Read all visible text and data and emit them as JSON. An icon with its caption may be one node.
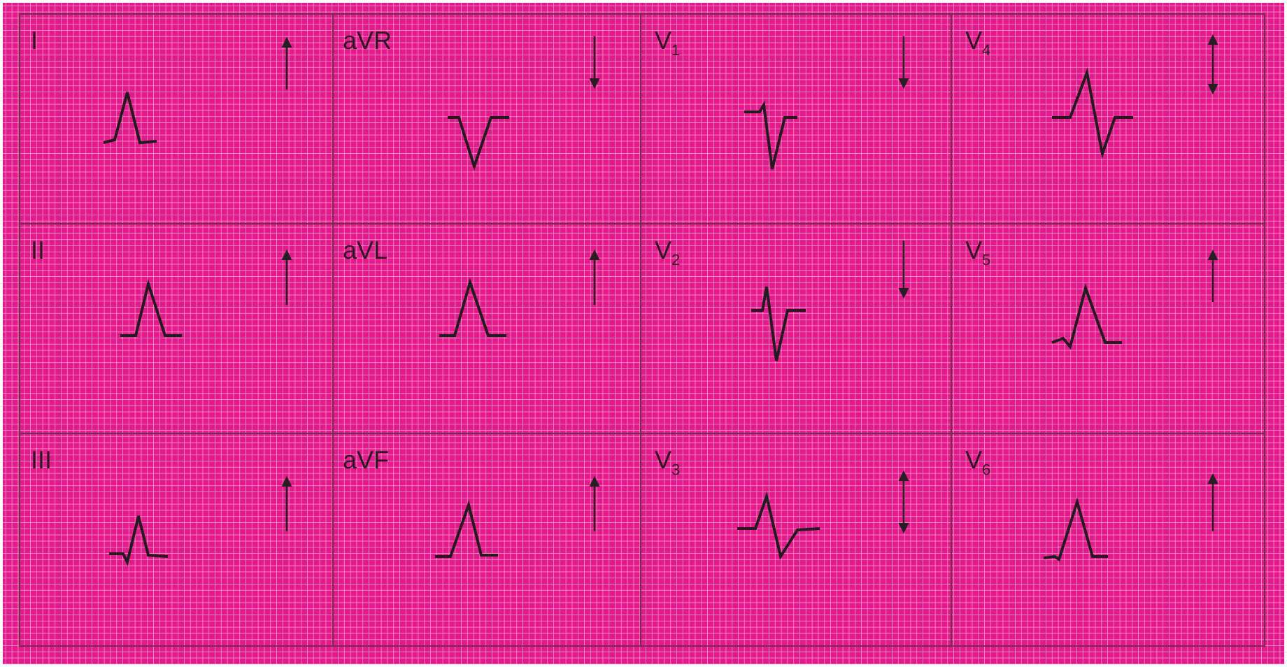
{
  "diagram": {
    "labels": [
      "I",
      "aVR",
      "V$_{1}$",
      "V$_{4}$",
      "II",
      "aVL",
      "V$_{2}$",
      "V$_{5}$",
      "III",
      "aVF",
      "V$_{3}$",
      "V$_{6}$"
    ]
  }
}
